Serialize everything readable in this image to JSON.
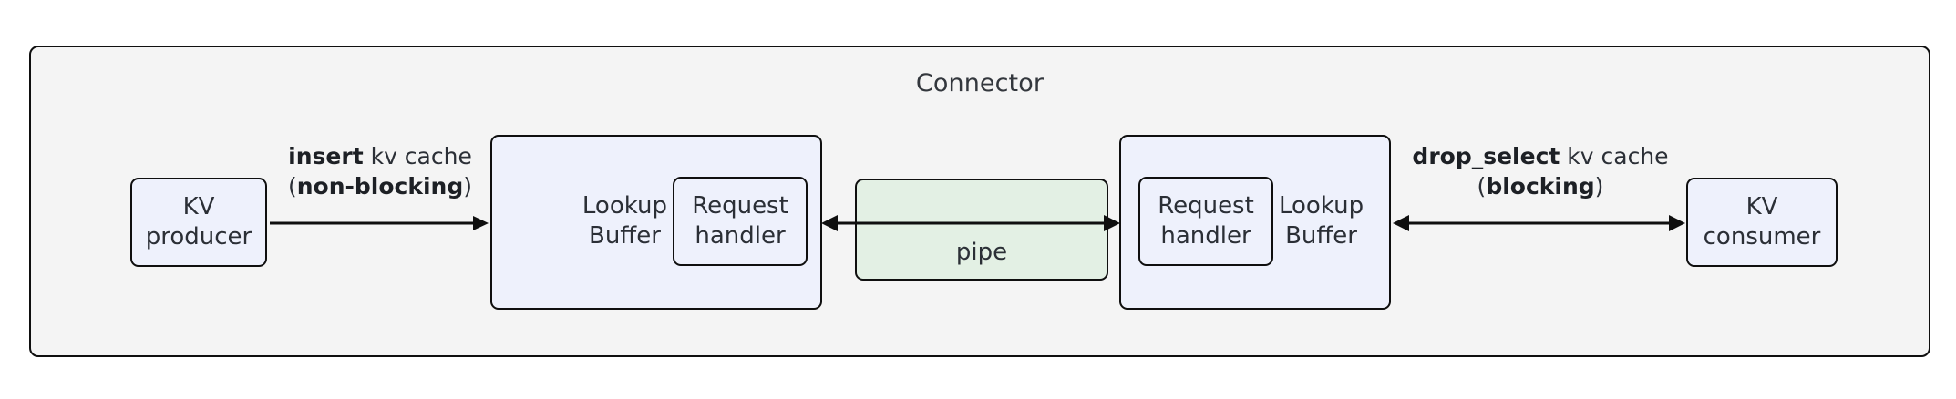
{
  "diagram": {
    "title": "Connector",
    "background_color": "#f4f4f4",
    "node_fill_color": "#eef1fc",
    "pipe_fill_color": "#e3f0e4",
    "stroke_color": "#0f0f0f",
    "text_color": "#2b2f36"
  },
  "nodes": {
    "kv_producer": {
      "label": "KV\nproducer"
    },
    "kv_consumer": {
      "label": "KV\nconsumer"
    },
    "left_buffer": {
      "name": "Lookup\nBuffer",
      "handler": "Request\nhandler"
    },
    "right_buffer": {
      "name": "Lookup\nBuffer",
      "handler": "Request\nhandler"
    },
    "pipe": {
      "label": "pipe"
    }
  },
  "edges": {
    "insert": {
      "line1_bold": "insert",
      "line1_rest": " kv cache",
      "line2_prefix": "(",
      "line2_bold": "non-blocking",
      "line2_suffix": ")",
      "direction": "right"
    },
    "drop_select": {
      "line1_bold": "drop_select",
      "line1_rest": " kv cache",
      "line2_prefix": "(",
      "line2_bold": "blocking",
      "line2_suffix": ")",
      "direction": "bidirectional"
    },
    "pipe_transfer": {
      "direction": "bidirectional"
    }
  }
}
